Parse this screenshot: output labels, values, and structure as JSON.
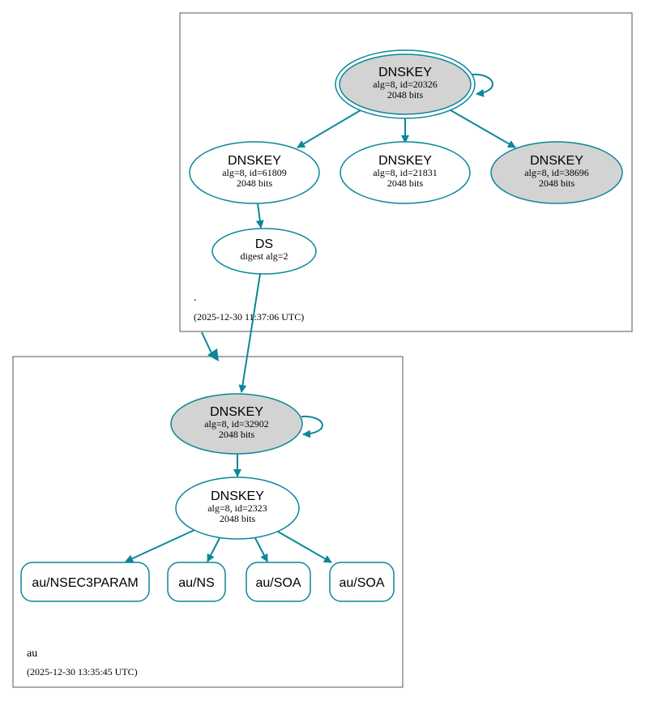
{
  "colors": {
    "edge": "#0a879a",
    "node_stroke": "#0a879a",
    "node_fill_default": "#ffffff",
    "node_fill_ksk": "#d3d3d3",
    "zone_border": "#555555"
  },
  "zones": {
    "root": {
      "name": ".",
      "timestamp": "(2025-12-30 11:37:06 UTC)"
    },
    "au": {
      "name": "au",
      "timestamp": "(2025-12-30 13:35:45 UTC)"
    }
  },
  "nodes": {
    "root_ksk": {
      "type": "DNSKEY",
      "line1": "alg=8, id=20326",
      "line2": "2048 bits"
    },
    "root_zsk1": {
      "type": "DNSKEY",
      "line1": "alg=8, id=61809",
      "line2": "2048 bits"
    },
    "root_zsk2": {
      "type": "DNSKEY",
      "line1": "alg=8, id=21831",
      "line2": "2048 bits"
    },
    "root_ksk2": {
      "type": "DNSKEY",
      "line1": "alg=8, id=38696",
      "line2": "2048 bits"
    },
    "ds": {
      "type": "DS",
      "line1": "digest alg=2"
    },
    "au_ksk": {
      "type": "DNSKEY",
      "line1": "alg=8, id=32902",
      "line2": "2048 bits"
    },
    "au_zsk": {
      "type": "DNSKEY",
      "line1": "alg=8, id=2323",
      "line2": "2048 bits"
    },
    "rr1": {
      "label": "au/NSEC3PARAM"
    },
    "rr2": {
      "label": "au/NS"
    },
    "rr3": {
      "label": "au/SOA"
    },
    "rr4": {
      "label": "au/SOA"
    }
  }
}
